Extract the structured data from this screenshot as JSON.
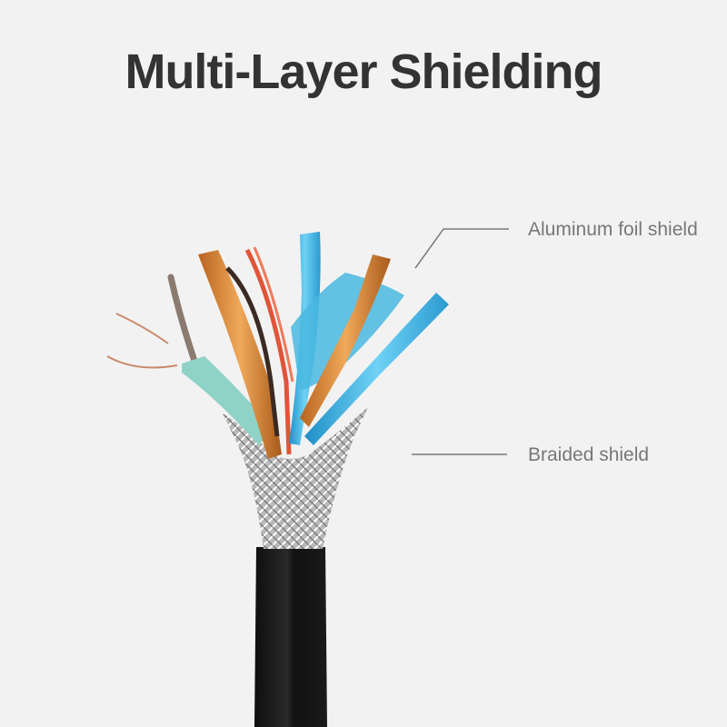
{
  "title": "Multi-Layer Shielding",
  "callouts": [
    {
      "label": "Aluminum foil shield"
    },
    {
      "label": "Braided shield"
    }
  ],
  "colors": {
    "background": "#f2f2f2",
    "title": "#333333",
    "label": "#777777",
    "jacket": "#1a1a1a",
    "copper_foil": "#d98a3a",
    "blue_foil": "#3fb3e0",
    "teal_foil": "#8fd3c8",
    "braid": "#c8c8c8"
  }
}
